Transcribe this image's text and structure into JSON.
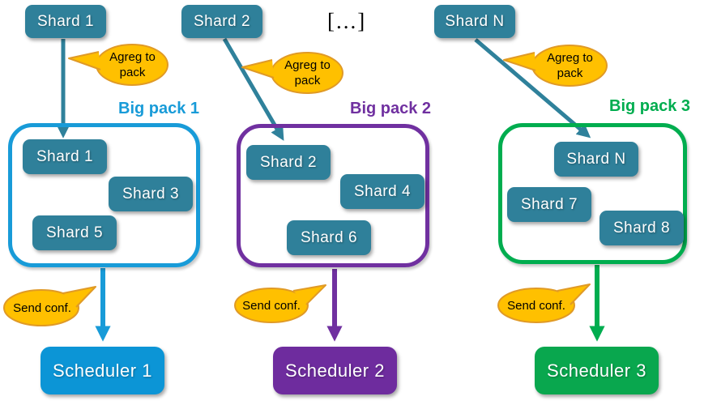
{
  "ellipsis_label": "[...]",
  "top_shards": [
    {
      "label": "Shard 1"
    },
    {
      "label": "Shard 2"
    },
    {
      "label": "Shard N"
    }
  ],
  "callouts": {
    "aggregate": "Agreg to pack",
    "send": "Send conf."
  },
  "packs": [
    {
      "label": "Big pack 1",
      "color": "#189BD8",
      "shards": [
        "Shard 1",
        "Shard 3",
        "Shard 5"
      ],
      "scheduler": {
        "label": "Scheduler 1",
        "color": "#0C95D6"
      }
    },
    {
      "label": "Big pack 2",
      "color": "#7030A0",
      "shards": [
        "Shard 2",
        "Shard 4",
        "Shard 6"
      ],
      "scheduler": {
        "label": "Scheduler 2",
        "color": "#6E2C9E"
      }
    },
    {
      "label": "Big pack 3",
      "color": "#00AD4F",
      "shards": [
        "Shard N",
        "Shard 7",
        "Shard 8"
      ],
      "scheduler": {
        "label": "Scheduler 3",
        "color": "#09A74E"
      }
    }
  ],
  "colors": {
    "shard_fill": "#2F809A",
    "arrow_teal": "#2F819B",
    "callout_fill": "#FFC000",
    "callout_border": "#E09A26"
  }
}
